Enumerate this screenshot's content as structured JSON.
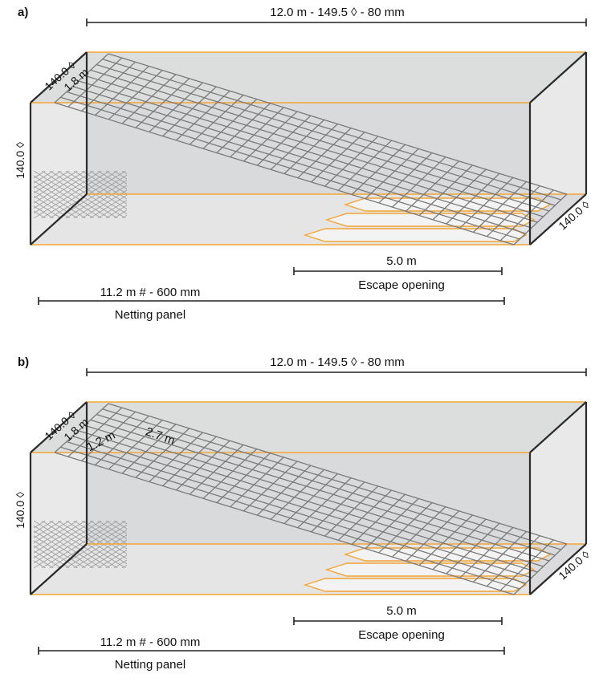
{
  "colors": {
    "frame": "#2b2b2b",
    "panel_edge": "#f4a535",
    "mesh": "#7a7a7a",
    "back_fill": "#d9dadb",
    "side_fill": "#e9e9ea",
    "top_fill": "#dcdddd",
    "escape_fill": "#f3f3f3",
    "dimension_line": "#222222"
  },
  "panels": [
    {
      "id": "a",
      "label": "a)",
      "top_dimension": "12.0 m - 149.5 ◊ - 80 mm",
      "height_label": "140.0 ◊",
      "top_width_label": "140.0 ◊",
      "side_depth_label": "140.0 ◊",
      "grid_width_label": "1.8 m",
      "sub_labels": [],
      "escape_length": "5.0 m",
      "escape_caption": "Escape opening",
      "netting_dimension": "11.2 m # - 600 mm",
      "netting_caption": "Netting panel"
    },
    {
      "id": "b",
      "label": "b)",
      "top_dimension": "12.0 m - 149.5 ◊ - 80 mm",
      "height_label": "140.0 ◊",
      "top_width_label": "140.0 ◊",
      "side_depth_label": "140.0 ◊",
      "grid_width_label": "1.8 m",
      "sub_labels": [
        "1.2 m",
        "2.7 m"
      ],
      "escape_length": "5.0 m",
      "escape_caption": "Escape opening",
      "netting_dimension": "11.2 m # - 600 mm",
      "netting_caption": "Netting panel"
    }
  ]
}
